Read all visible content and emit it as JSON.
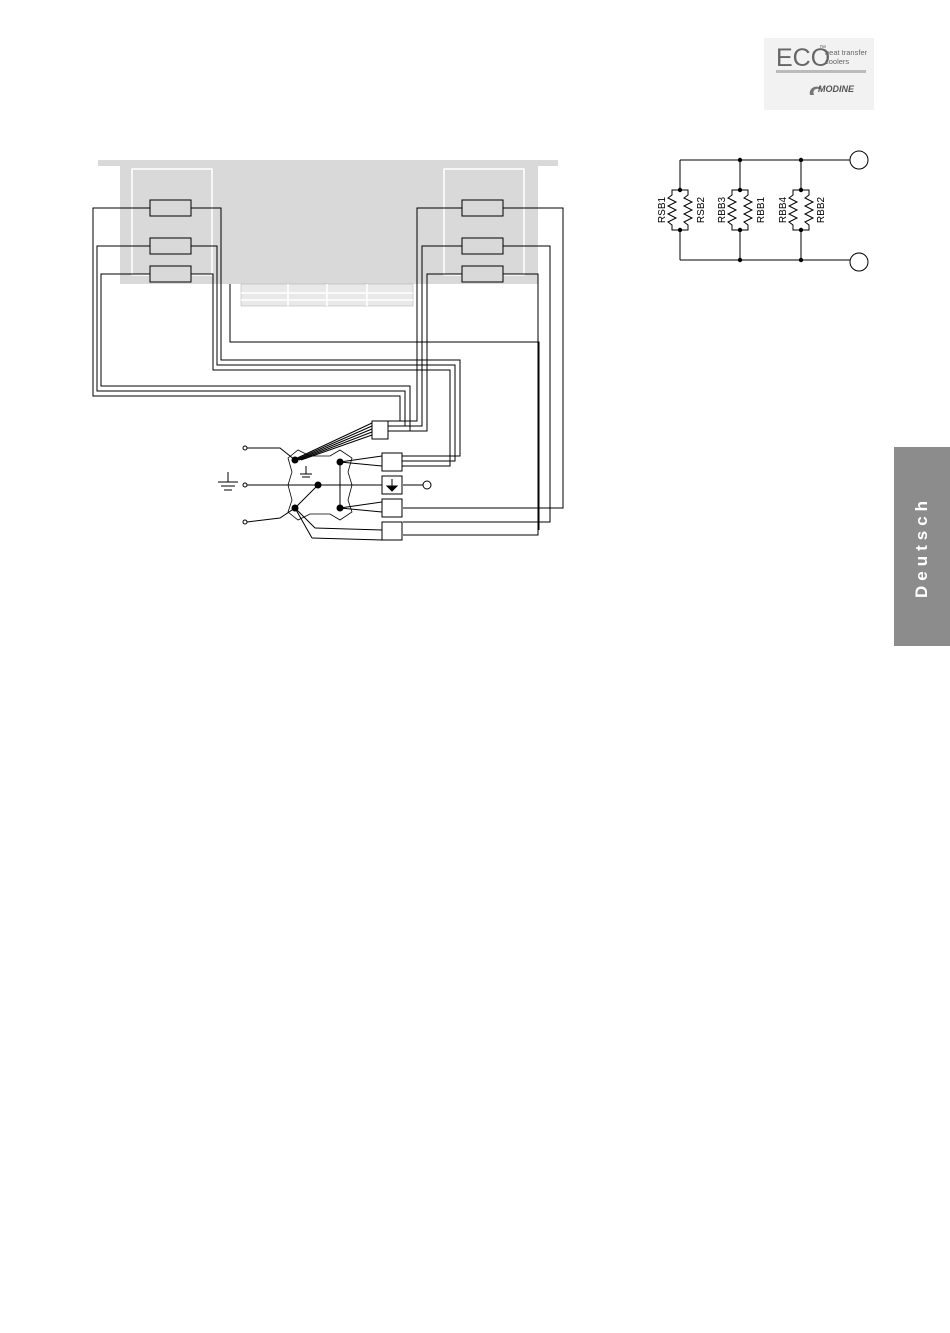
{
  "logo": {
    "eco": "ECO",
    "tm": "™",
    "tagline_line1": "heat transfer",
    "tagline_line2": "coolers",
    "brand": "MODINE"
  },
  "sidebar_tab": {
    "label": "Deutsch"
  },
  "schematic": {
    "resistor_labels": [
      "RSB1",
      "RSB2",
      "RBB3",
      "RBB1",
      "RBB4",
      "RBB2"
    ]
  },
  "colors": {
    "tab": "#8c8c8c",
    "panel": "#d9d9d9",
    "line": "#000000"
  }
}
